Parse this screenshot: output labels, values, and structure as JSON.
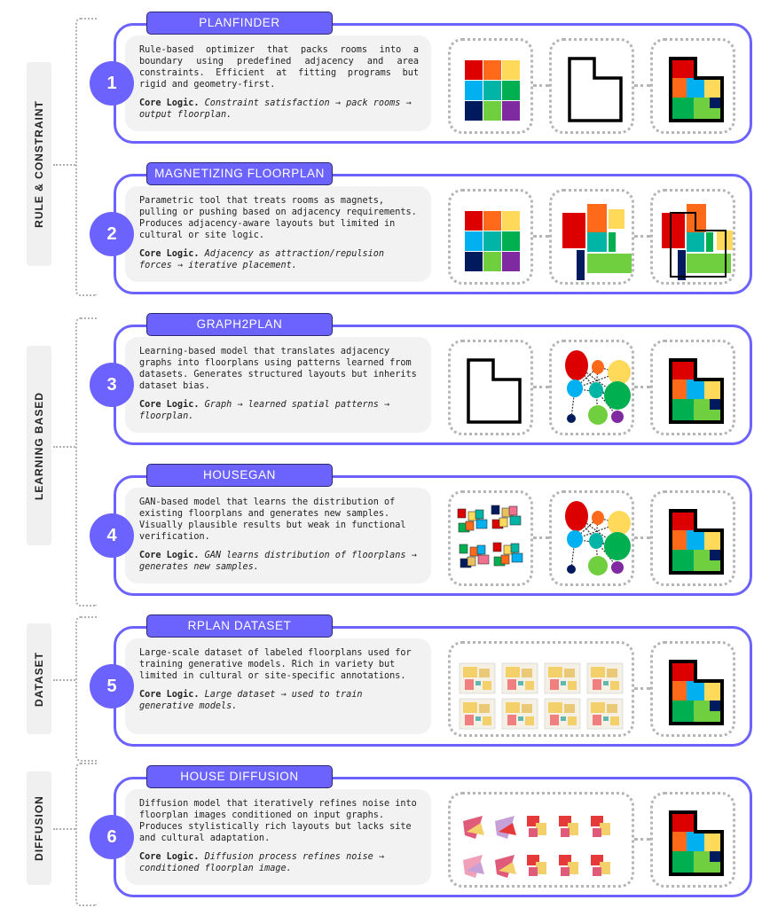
{
  "categories": [
    {
      "label": "RULE & CONSTRAINT"
    },
    {
      "label": "LEARNING BASED"
    },
    {
      "label": "DATASET"
    },
    {
      "label": "DIFFUSION"
    }
  ],
  "methods": [
    {
      "number": "1",
      "title": "PLANFINDER",
      "description": "Rule-based optimizer that packs rooms into a boundary using predefined adjacency and area constraints. Efficient at fitting programs but rigid and geometry-first.",
      "core_label": "Core Logic.",
      "core_text": "Constraint satisfaction → pack rooms → output floorplan.",
      "images": [
        "room-grid",
        "site-boundary",
        "final-floorplan"
      ]
    },
    {
      "number": "2",
      "title": "MAGNETIZING FLOORPLAN",
      "description": "Parametric tool that treats rooms as magnets, pulling or pushing based on adjacency requirements. Produces adjacency-aware layouts but limited in cultural or site logic.",
      "core_label": "Core Logic.",
      "core_text": "Adjacency as attraction/repulsion forces → iterative placement.",
      "images": [
        "room-grid",
        "magnetized-rooms",
        "magnetized-fit"
      ]
    },
    {
      "number": "3",
      "title": "GRAPH2PLAN",
      "description": "Learning-based model that translates adjacency graphs into floorplans using patterns learned from datasets. Generates structured layouts but inherits dataset bias.",
      "core_label": "Core Logic.",
      "core_text": "Graph → learned spatial patterns → floorplan.",
      "images": [
        "site-boundary",
        "adjacency-graph",
        "final-floorplan"
      ]
    },
    {
      "number": "4",
      "title": "HOUSEGAN",
      "description": "GAN-based model that learns the distribution of existing floorplans and generates new samples. Visually plausible results but weak in functional verification.",
      "core_label": "Core Logic.",
      "core_text": "GAN learns distribution of floorplans → generates new samples.",
      "images": [
        "gan-samples",
        "adjacency-graph",
        "final-floorplan"
      ]
    },
    {
      "number": "5",
      "title": "RPLAN DATASET",
      "description": "Large-scale dataset of labeled floorplans used for training generative models. Rich in variety but limited in cultural or site-specific annotations.",
      "core_label": "Core Logic.",
      "core_text": "Large dataset → used to train generative models.",
      "images": [
        "dataset-samples",
        "final-floorplan"
      ]
    },
    {
      "number": "6",
      "title": "HOUSE DIFFUSION",
      "description": "Diffusion model that iteratively refines noise into floorplan images conditioned on input graphs. Produces stylistically rich layouts but lacks site and cultural adaptation.",
      "core_label": "Core Logic.",
      "core_text": "Diffusion process refines noise → conditioned floorplan image.",
      "images": [
        "diffusion-samples",
        "final-floorplan"
      ]
    }
  ],
  "colors": {
    "accent": "#6c63ff",
    "red": "#dd0000",
    "orange": "#ff6a1a",
    "yellow": "#ffd95a",
    "cyan": "#00b0f0",
    "teal": "#00b5a5",
    "green": "#00b050",
    "navy": "#001a5e",
    "lightgreen": "#6fcf3f",
    "purple": "#7f2aa0"
  }
}
